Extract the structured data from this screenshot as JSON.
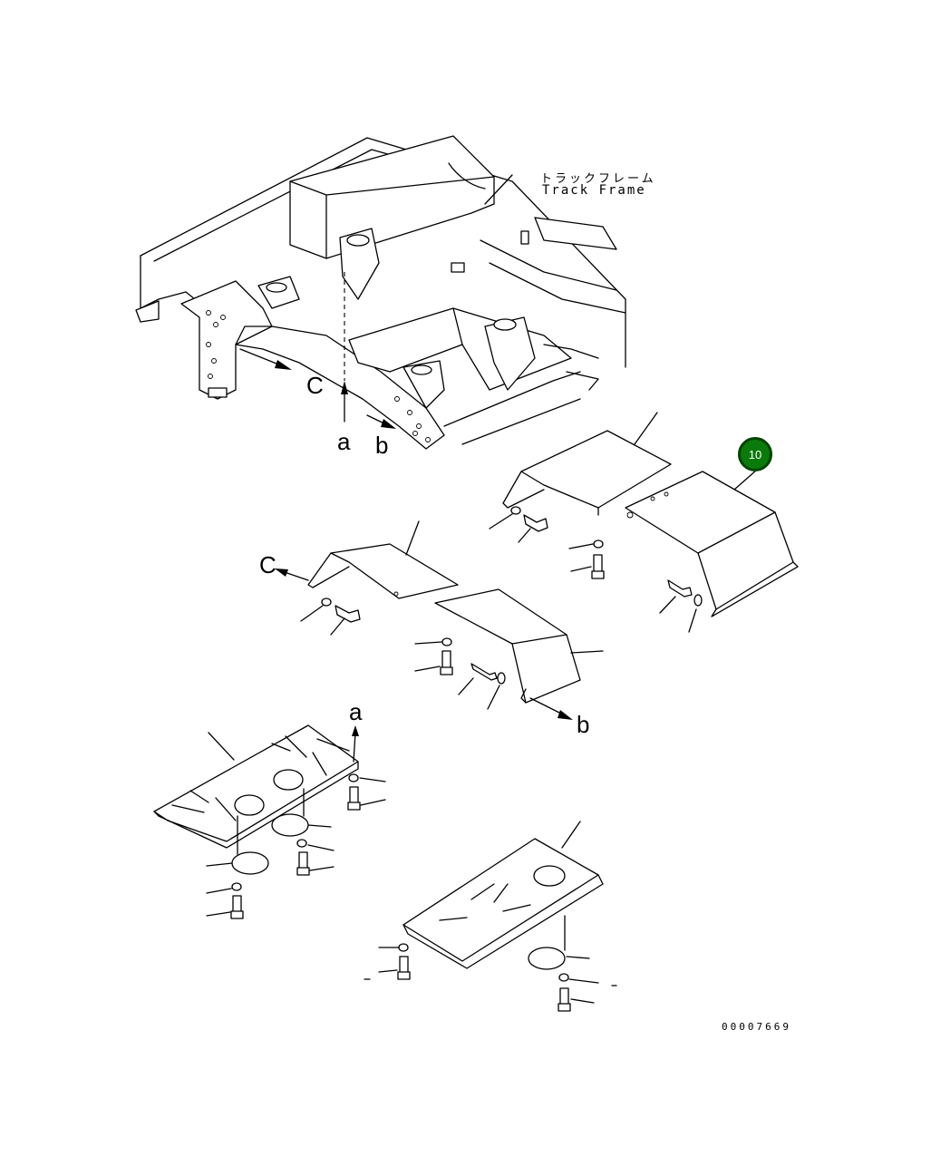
{
  "track_frame_label": {
    "japanese": "トラックフレーム",
    "english": "Track Frame"
  },
  "view_letters": {
    "a_top": "a",
    "b_top": "b",
    "c_top": "C",
    "c_mid": "C",
    "b_mid": "b",
    "a_low": "a"
  },
  "callout": {
    "number": "10",
    "color": "#0a7a0a"
  },
  "drawing_number": "00007669"
}
